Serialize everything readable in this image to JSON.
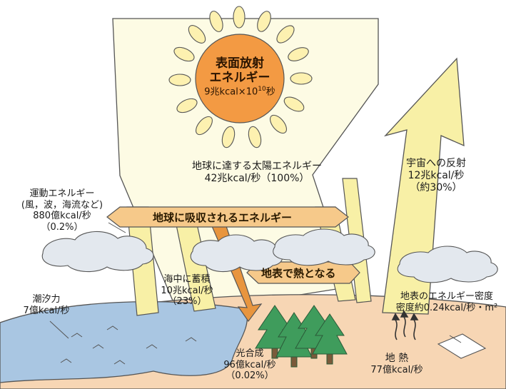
{
  "colors": {
    "pale_beam": "#fdfbe4",
    "yellow_beam": "#f8f0a6",
    "orange_band": "#f6c98a",
    "orange_arrow": "#e8953e",
    "sun": "#f39a43",
    "sun_ray": "#fdf1b0",
    "cloud": "#e3e8ee",
    "sea": "#a9c6e2",
    "ground": "#f7d6b4",
    "tree": "#3f9c5c"
  },
  "sun": {
    "line1": "表面放射",
    "line2": "エネルギー",
    "line3_prefix": "9兆kcal×10",
    "line3_exp": "10",
    "line3_suffix": "秒"
  },
  "incoming": {
    "line1": "地球に達する太陽エネルギー",
    "line2": "42兆kcal/秒（100%）"
  },
  "reflection": {
    "line1": "宇宙への反射",
    "line2": "12兆kcal/秒",
    "line3": "（約30%）"
  },
  "kinetic": {
    "line1": "運動エネルギー",
    "line2": "(風，波，海流など)",
    "line3": "880億kcal/秒",
    "line4": "（0.2%）"
  },
  "absorbed_band": "地球に吸収されるエネルギー",
  "heat_band": "地表で熱となる",
  "ocean": {
    "line1": "海中に蓄積",
    "line2": "10兆kcal/秒",
    "line3": "（23%）"
  },
  "tide": {
    "line1": "潮汐力",
    "line2": "7億kcal/秒"
  },
  "photosynthesis": {
    "line1": "光合成",
    "line2": "96億kcal/秒",
    "line3": "（0.02%）"
  },
  "geothermal": {
    "line1": "地 熱",
    "line2": "77億kcal/秒"
  },
  "density": {
    "line1": "地表のエネルギー密度",
    "line2": "密度約0.24kcal/秒・m²"
  }
}
